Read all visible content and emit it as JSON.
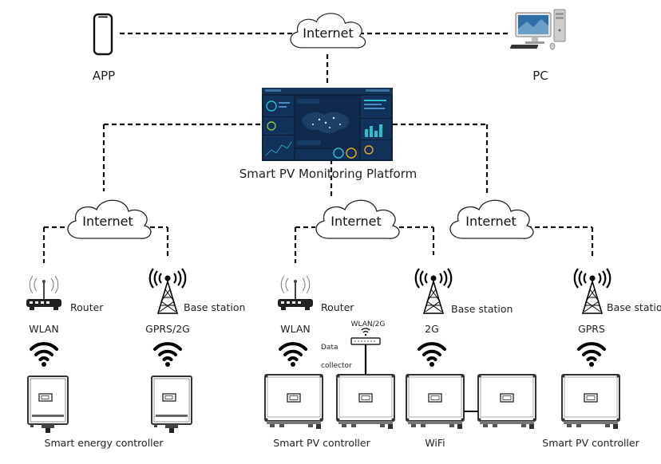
{
  "internet_label": "Internet",
  "top": {
    "app_label": "APP",
    "pc_label": "PC",
    "platform_label": "Smart PV Monitoring Platform"
  },
  "left_group": {
    "router_label": "Router",
    "wlan_label": "WLAN",
    "base_station_label": "Base station",
    "gprs2g_label": "GPRS/2G",
    "device_caption": "Smart energy controller"
  },
  "middle_group": {
    "router_label": "Router",
    "wlan_label": "WLAN",
    "collector_top_label": "WLAN/2G",
    "data_label": "Data",
    "collector_label": "collector",
    "base_station_label": "Base station",
    "net_2g_label": "2G",
    "device_caption": "Smart PV controller",
    "wifi_caption": "WiFi"
  },
  "right_group": {
    "base_station_label": "Base station",
    "gprs_label": "GPRS",
    "device_caption": "Smart PV controller"
  },
  "colors": {
    "line": "#111111",
    "screen_bg": "#0d2340",
    "screen_accent": "#28c1c8",
    "device_frame": "#333333"
  },
  "icons": [
    "smartphone-icon",
    "desktop-pc-icon",
    "cloud-icon",
    "router-icon",
    "cell-tower-icon",
    "wifi-icon",
    "inverter-icon",
    "data-collector-icon"
  ]
}
